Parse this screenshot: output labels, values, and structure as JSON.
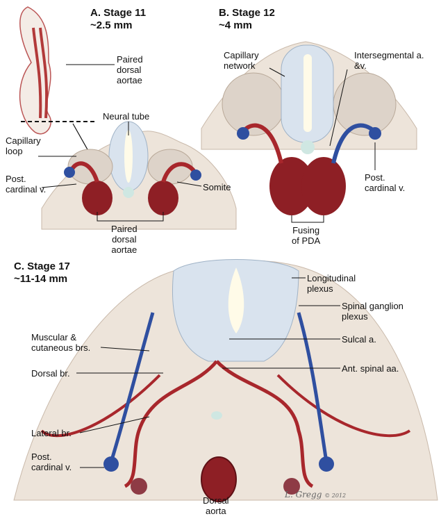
{
  "panels": {
    "a": {
      "title": "A. Stage 11",
      "size": "~2.5 mm"
    },
    "b": {
      "title": "B. Stage 12",
      "size": "~4 mm"
    },
    "c": {
      "title": "C. Stage 17",
      "size": "~11-14 mm"
    }
  },
  "labels": {
    "a_paired_dorsal_aortae_top": "Paired\ndorsal\naortae",
    "a_neural_tube": "Neural tube",
    "a_capillary_loop": "Capillary\nloop",
    "a_post_cardinal": "Post.\ncardinal v.",
    "a_somite": "Somite",
    "a_paired_dorsal_aortae_bottom": "Paired\ndorsal\naortae",
    "b_capillary_network": "Capillary\nnetwork",
    "b_intersegmental": "Intersegmental a.\n&v.",
    "b_post_cardinal": "Post.\ncardinal v.",
    "b_fusing_pda": "Fusing\nof PDA",
    "c_longitudinal_plexus": "Longitudinal\nplexus",
    "c_spinal_ganglion_plexus": "Spinal ganglion\nplexus",
    "c_muscular_cutaneous": "Muscular &\ncutaneous brs.",
    "c_sulcal": "Sulcal a.",
    "c_dorsal_br": "Dorsal br.",
    "c_ant_spinal": "Ant. spinal aa.",
    "c_lateral_br": "Lateral br.",
    "c_post_cardinal": "Post.\ncardinal v.",
    "c_dorsal_aorta": "Dorsal\naorta"
  },
  "signature": {
    "name": "L. Gregg",
    "year": "© 2012"
  },
  "colors": {
    "artery": "#a8272c",
    "vein": "#2f4fa0",
    "neural": "#d9e3ee",
    "tissue": "#ede4da"
  }
}
